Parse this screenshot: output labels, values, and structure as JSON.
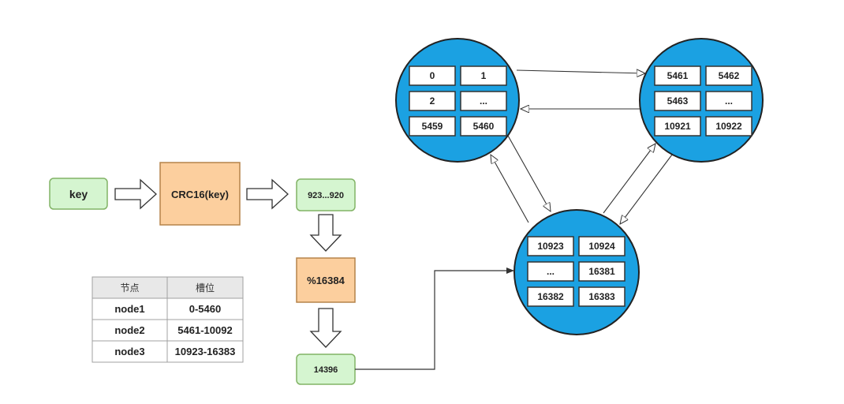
{
  "flow": {
    "key": "key",
    "hash": "CRC16(key)",
    "hash_result": "923...920",
    "modulo": "%16384",
    "slot": "14396"
  },
  "table": {
    "headers": [
      "节点",
      "槽位"
    ],
    "rows": [
      [
        "node1",
        "0-5460"
      ],
      [
        "node2",
        "5461-10092"
      ],
      [
        "node3",
        "10923-16383"
      ]
    ]
  },
  "nodes": {
    "node1": [
      "0",
      "1",
      "2",
      "...",
      "5459",
      "5460"
    ],
    "node2": [
      "5461",
      "5462",
      "5463",
      "...",
      "10921",
      "10922"
    ],
    "node3": [
      "10923",
      "10924",
      "...",
      "16381",
      "16382",
      "16383"
    ]
  },
  "colors": {
    "green_fill": "#d5f5d0",
    "green_stroke": "#82b366",
    "orange_fill": "#fccf9e",
    "orange_stroke": "#b5834a",
    "node_fill": "#1ba1e2",
    "table_header_fill": "#e8e8e8"
  }
}
